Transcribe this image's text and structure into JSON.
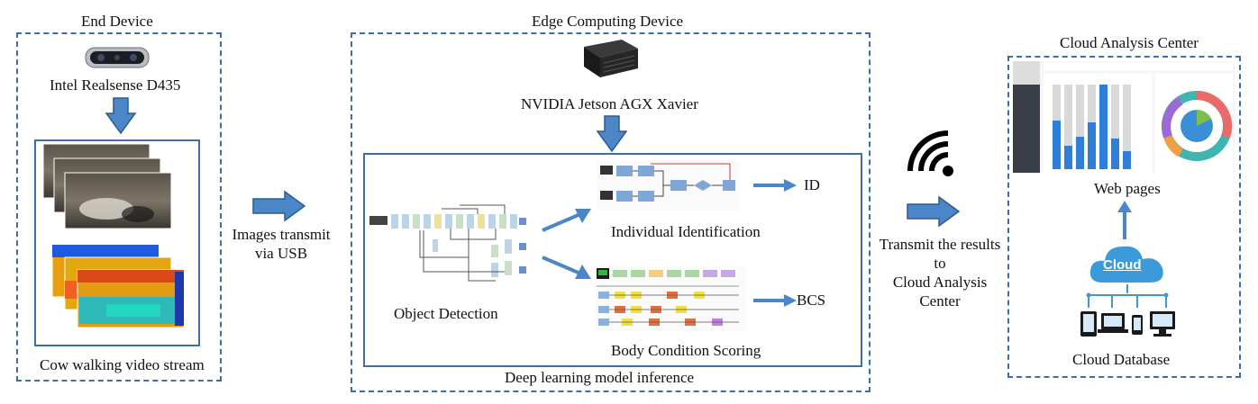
{
  "end_device": {
    "title": "End Device",
    "camera_label": "Intel Realsense D435",
    "stream_label": "Cow walking video stream"
  },
  "transfer_usb": {
    "line1": "Images transmit",
    "line2": "via USB"
  },
  "edge_device": {
    "title": "Edge Computing Device",
    "device_label": "NVIDIA Jetson AGX Xavier",
    "inference_label": "Deep learning model inference",
    "object_detection_label": "Object Detection",
    "identification_label": "Individual Identification",
    "identification_output": "ID",
    "bcs_label": "Body Condition Scoring",
    "bcs_output": "BCS"
  },
  "transfer_cloud": {
    "line1": "Transmit the results",
    "line2": "to",
    "line3": "Cloud Analysis",
    "line4": "Center"
  },
  "cloud_center": {
    "title": "Cloud Analysis Center",
    "web_label": "Web pages",
    "cloud_word": "Cloud",
    "database_label": "Cloud Database"
  },
  "colors": {
    "box_border": "#3b6fa6",
    "arrow_fill": "#4a86c8",
    "arrow_stroke": "#2e5c8a",
    "cloud_blue": "#3d9ad8"
  }
}
